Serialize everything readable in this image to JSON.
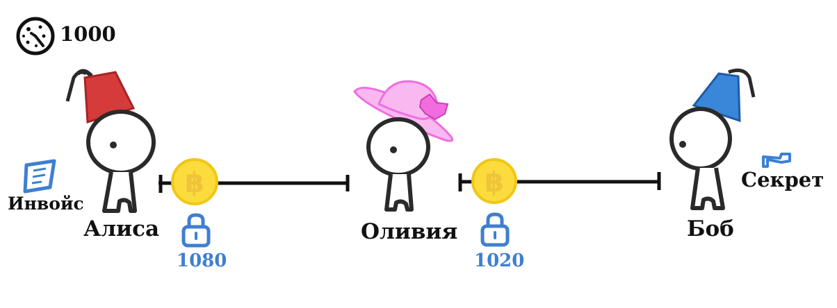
{
  "block_height": "1000",
  "characters": {
    "alice": "Алиса",
    "olivia": "Оливия",
    "bob": "Боб"
  },
  "invoice_label": "Инвойс",
  "secret_label": "Секрет",
  "locks": [
    "1080",
    "1020"
  ],
  "colors": {
    "red_fez": "#d63b3b",
    "blue_fez": "#3a86d8",
    "pink_hat": "#f9b8f0",
    "pink_hat_outline": "#ef6ee0",
    "coin": "#fbdc3c",
    "coin_outline": "#f1c614",
    "accent_blue": "#3e7fd1",
    "ink": "#222222"
  },
  "icons": [
    "clock-icon",
    "invoice-icon",
    "key-icon",
    "lock-icon",
    "bitcoin-coin-icon"
  ]
}
